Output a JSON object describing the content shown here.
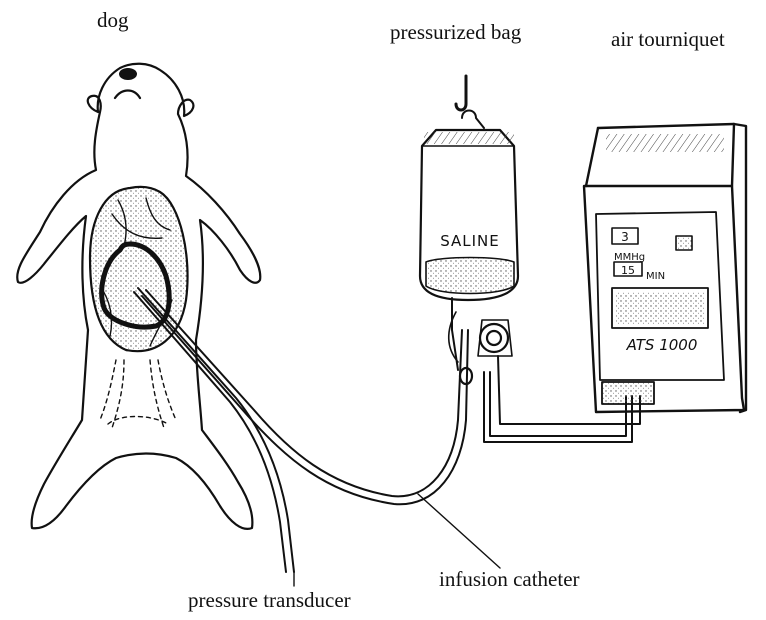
{
  "labels": {
    "dog": "dog",
    "pressurized_bag": "pressurized bag",
    "air_tourniquet": "air tourniquet",
    "pressure_transducer": "pressure transducer",
    "infusion_catheter": "infusion catheter"
  },
  "bag": {
    "text": "SALINE"
  },
  "device": {
    "pressure_value": "3",
    "pressure_unit": "MMHg",
    "time_value": "15",
    "time_unit": "MIN",
    "model": "ATS 1000"
  },
  "colors": {
    "ink": "#111111",
    "background": "#ffffff"
  }
}
